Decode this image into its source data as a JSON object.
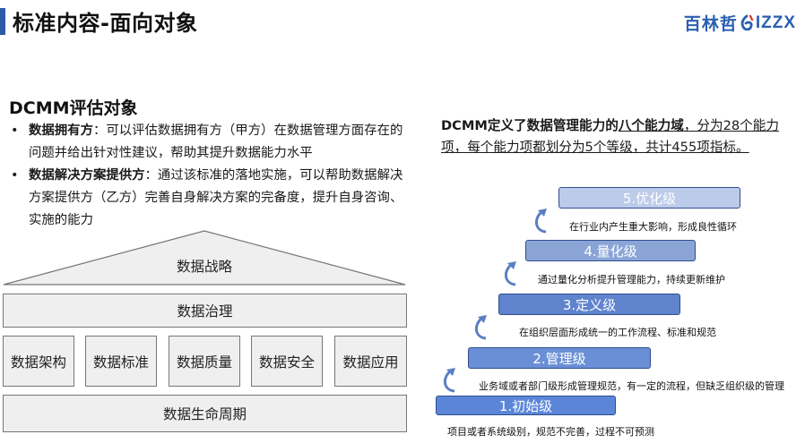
{
  "header": {
    "title": "标准内容-面向对象",
    "logo_text": "百林哲",
    "logo_tail": "IZZX"
  },
  "left": {
    "section_title": "DCMM评估对象",
    "bullets": [
      {
        "bullet_char": "•",
        "bold": "数据拥有方",
        "text": "：可以评估数据拥有方（甲方）在数据管理方面存在的问题并给出针对性建议，帮助其提升数据能力水平"
      },
      {
        "bullet_char": "•",
        "bold": "数据解决方案提供方",
        "text": "：通过该标准的落地实施，可以帮助数据解决方案提供方（乙方）完善自身解决方案的完备度，提升自身咨询、实施的能力"
      }
    ],
    "framework": {
      "roof": "数据战略",
      "governance": "数据治理",
      "pillars": [
        "数据架构",
        "数据标准",
        "数据质量",
        "数据安全",
        "数据应用"
      ],
      "base": "数据生命周期"
    }
  },
  "right": {
    "desc_prefix": "DCMM定义了数据管理能力的",
    "desc_highlight": "八个能力域",
    "desc_suffix": "，分为28个能力项，每个能力项都划分为5个等级，共计455项指标。",
    "levels": [
      {
        "label": "5.优化级",
        "desc": "在行业内产生重大影响，形成良性循环",
        "color": "#bccbe9"
      },
      {
        "label": "4.量化级",
        "desc": "通过量化分析提升管理能力，持续更新维护",
        "color": "#8aa4d6"
      },
      {
        "label": "3.定义级",
        "desc": "在组织层面形成统一的工作流程、标准和规范",
        "color": "#5f84cd"
      },
      {
        "label": "2.管理级",
        "desc": "业务域或者部门级形成管理规范，有一定的流程，但缺乏组织级的管理",
        "color": "#6b8fd6"
      },
      {
        "label": "1.初始级",
        "desc": "项目或者系统级别，规范不完善，过程不可预测",
        "color": "#5b86d8"
      }
    ]
  },
  "colors": {
    "accent": "#2e5aa8",
    "box_fill": "#efefef",
    "box_border": "#777777",
    "logo": "#2b5fb0"
  }
}
